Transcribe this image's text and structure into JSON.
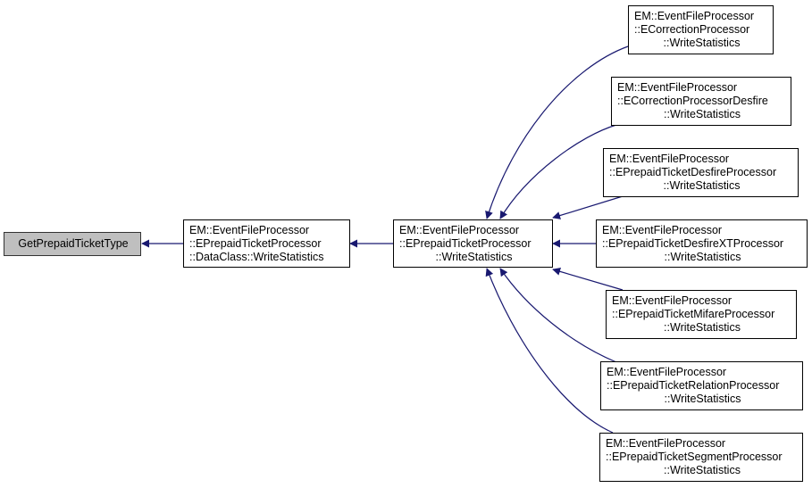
{
  "diagram": {
    "type": "doxygen-caller-graph",
    "edge_color": "#191970",
    "root_fill": "#bfbfbf",
    "nodes": [
      {
        "id": "n0",
        "lines": [
          "GetPrepaidTicketType"
        ]
      },
      {
        "id": "n1",
        "lines": [
          "EM::EventFileProcessor",
          "::EPrepaidTicketProcessor",
          "::DataClass::WriteStatistics"
        ]
      },
      {
        "id": "n2",
        "lines": [
          "EM::EventFileProcessor",
          "::EPrepaidTicketProcessor",
          "::WriteStatistics"
        ]
      },
      {
        "id": "n3",
        "lines": [
          "EM::EventFileProcessor",
          "::ECorrectionProcessor",
          "::WriteStatistics"
        ]
      },
      {
        "id": "n4",
        "lines": [
          "EM::EventFileProcessor",
          "::ECorrectionProcessorDesfire",
          "::WriteStatistics"
        ]
      },
      {
        "id": "n5",
        "lines": [
          "EM::EventFileProcessor",
          "::EPrepaidTicketDesfireProcessor",
          "::WriteStatistics"
        ]
      },
      {
        "id": "n6",
        "lines": [
          "EM::EventFileProcessor",
          "::EPrepaidTicketDesfireXTProcessor",
          "::WriteStatistics"
        ]
      },
      {
        "id": "n7",
        "lines": [
          "EM::EventFileProcessor",
          "::EPrepaidTicketMifareProcessor",
          "::WriteStatistics"
        ]
      },
      {
        "id": "n8",
        "lines": [
          "EM::EventFileProcessor",
          "::EPrepaidTicketRelationProcessor",
          "::WriteStatistics"
        ]
      },
      {
        "id": "n9",
        "lines": [
          "EM::EventFileProcessor",
          "::EPrepaidTicketSegmentProcessor",
          "::WriteStatistics"
        ]
      }
    ],
    "edges": [
      {
        "from": "n1",
        "to": "n0"
      },
      {
        "from": "n2",
        "to": "n1"
      },
      {
        "from": "n3",
        "to": "n2"
      },
      {
        "from": "n4",
        "to": "n2"
      },
      {
        "from": "n5",
        "to": "n2"
      },
      {
        "from": "n6",
        "to": "n2"
      },
      {
        "from": "n7",
        "to": "n2"
      },
      {
        "from": "n8",
        "to": "n2"
      },
      {
        "from": "n9",
        "to": "n2"
      }
    ]
  }
}
